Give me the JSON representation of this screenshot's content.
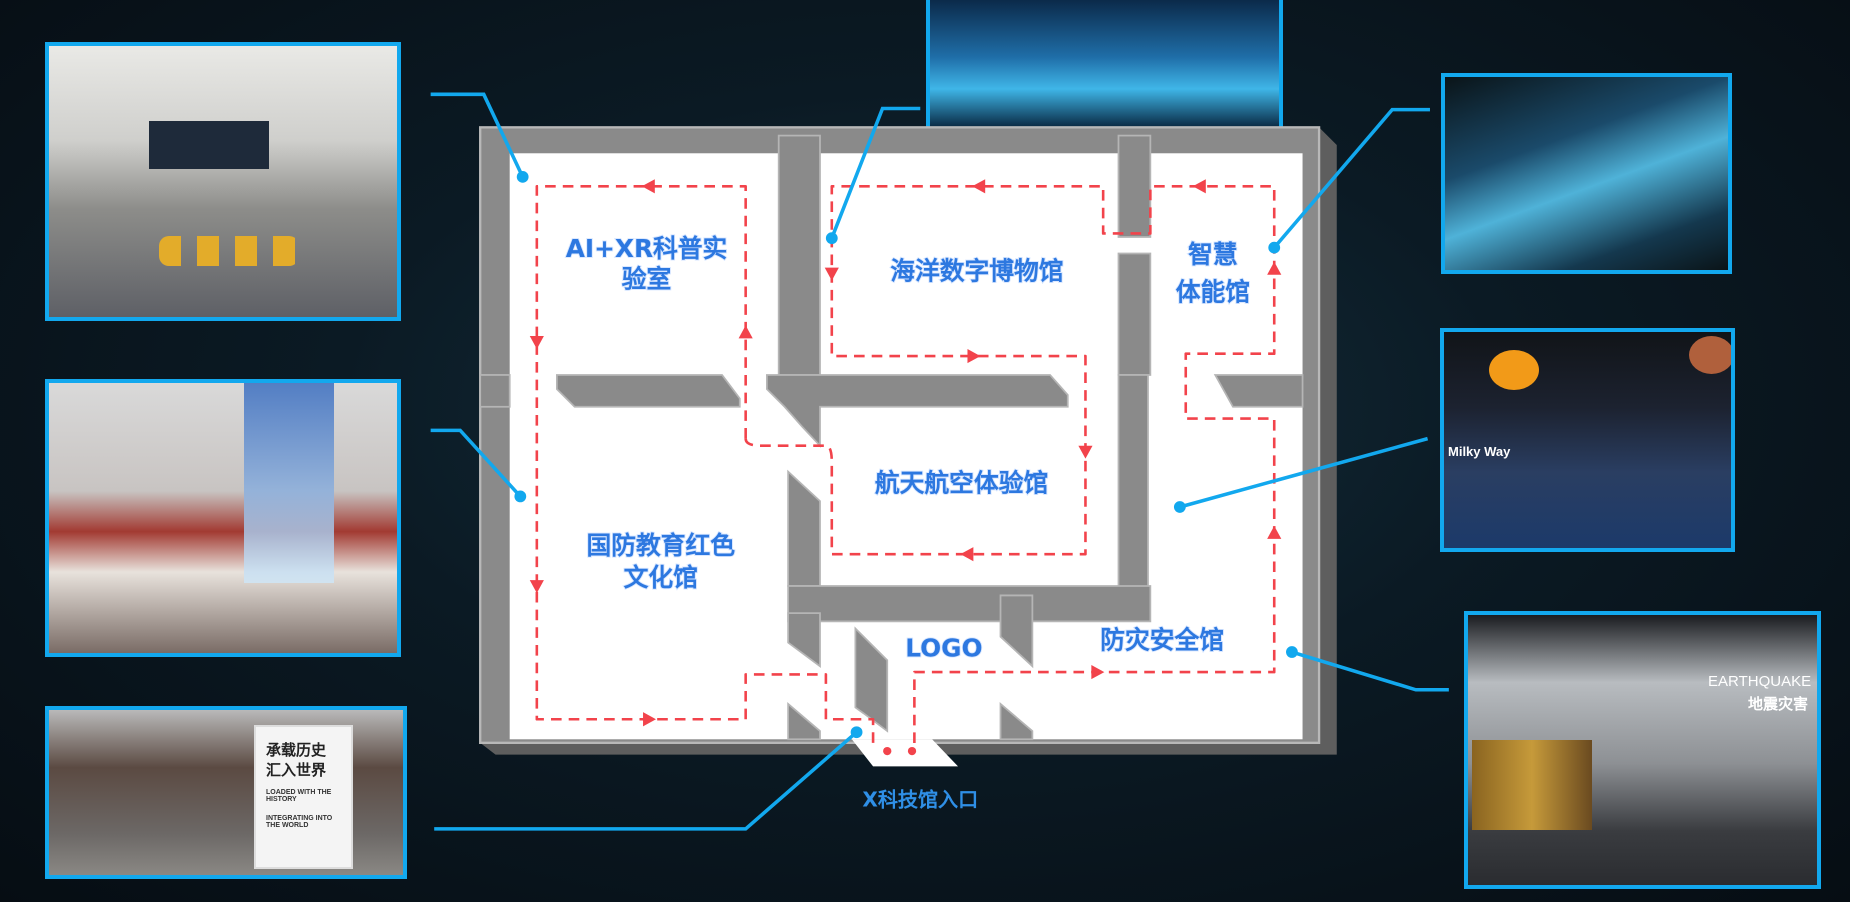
{
  "rooms": {
    "ai_xr_line1": "AI+XR科普实",
    "ai_xr_line2": "验室",
    "ocean": "海洋数字博物馆",
    "smart_line1": "智慧",
    "smart_line2": "体能馆",
    "aerospace": "航天航空体验馆",
    "defense_line1": "国防教育红色",
    "defense_line2": "文化馆",
    "logo": "LOGO",
    "disaster": "防灾安全馆"
  },
  "entrance": "X科技馆入口",
  "photos": {
    "history_line1": "承载历史",
    "history_line2": "汇入世界",
    "history_en1": "LOADED WITH THE HISTORY",
    "history_en2": "INTEGRATING INTO THE WORLD",
    "milky_way": "Milky Way",
    "earthquake_en": "EARTHQUAKE",
    "earthquake_cn": "地震灾害"
  },
  "colors": {
    "accent": "#12a8ee",
    "route": "#f2434b",
    "label": "#2d78e0",
    "wall": "#8a8a8a"
  }
}
